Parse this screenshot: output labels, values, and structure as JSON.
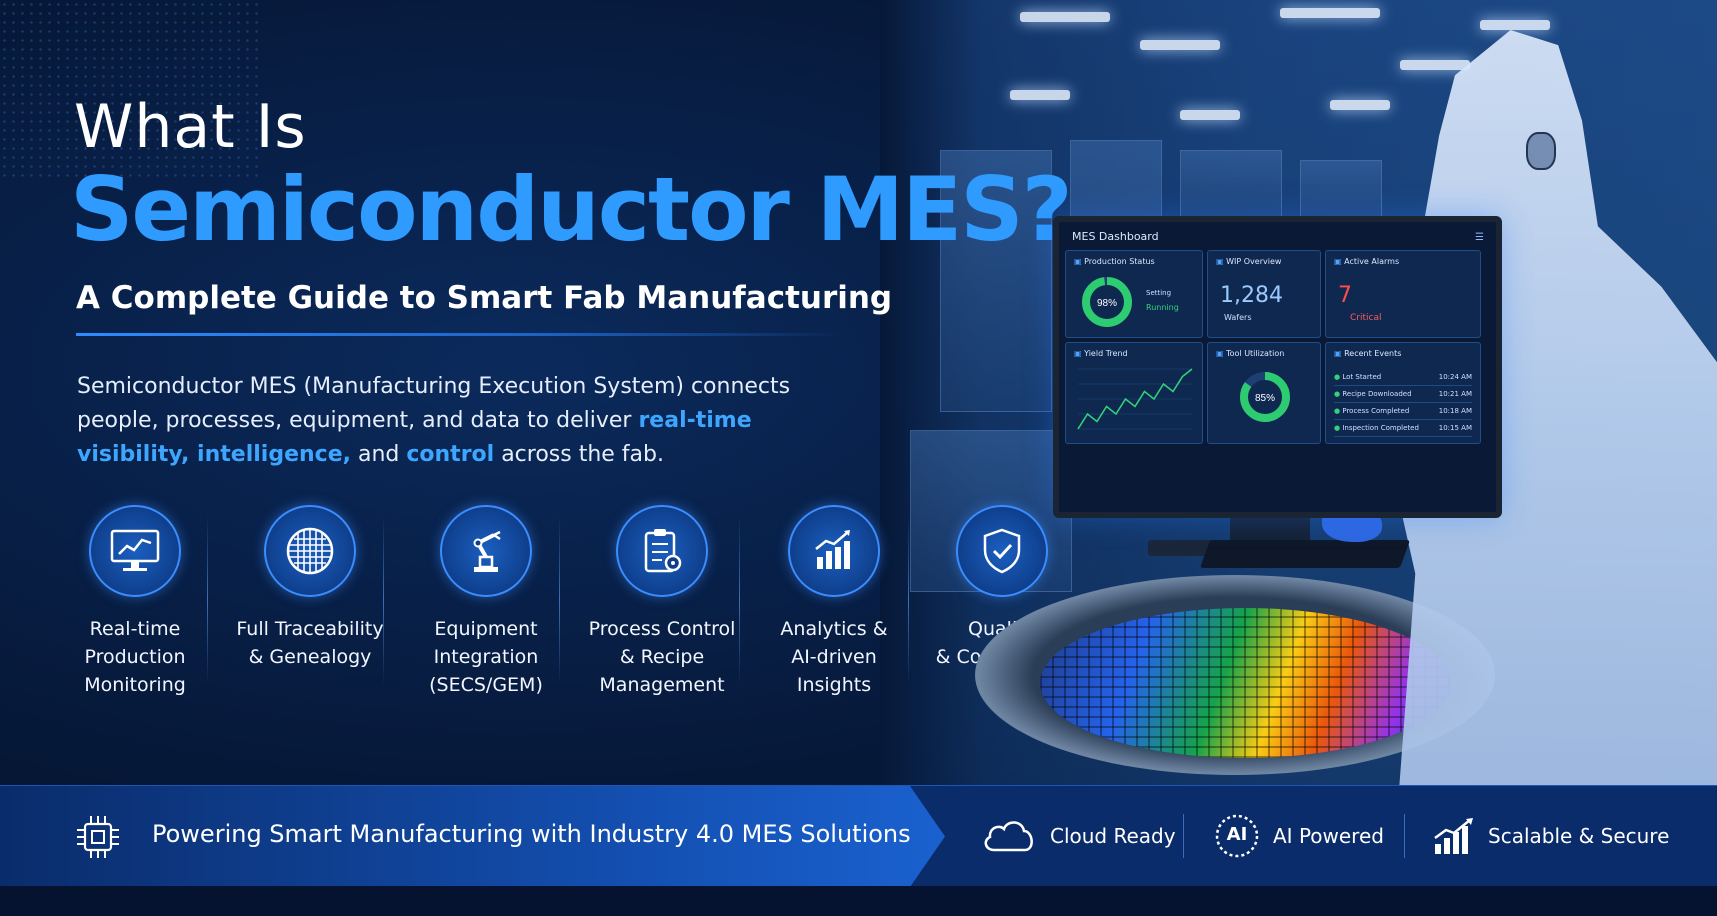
{
  "headline": {
    "line1": "What Is",
    "line2": "Semiconductor MES?",
    "subtitle": "A Complete Guide to Smart Fab Manufacturing"
  },
  "intro": {
    "part1": "Semiconductor MES (Manufacturing Execution System) connects people, processes, equipment, and data to deliver ",
    "highlight1": "real-time visibility, intelligence,",
    "part2": " and ",
    "highlight2": "control",
    "part3": " across the fab."
  },
  "features": [
    {
      "line1": "Real-time",
      "line2": "Production",
      "line3": "Monitoring",
      "icon": "monitor-chart-icon"
    },
    {
      "line1": "Full Traceability",
      "line2": "& Genealogy",
      "line3": "",
      "icon": "wafer-grid-icon"
    },
    {
      "line1": "Equipment",
      "line2": "Integration",
      "line3": "(SECS/GEM)",
      "icon": "robot-arm-icon"
    },
    {
      "line1": "Process Control",
      "line2": "& Recipe",
      "line3": "Management",
      "icon": "clipboard-gear-icon"
    },
    {
      "line1": "Analytics &",
      "line2": "AI-driven",
      "line3": "Insights",
      "icon": "bar-chart-up-icon"
    },
    {
      "line1": "Quality",
      "line2": "& Compliance",
      "line3": "",
      "icon": "shield-check-icon"
    }
  ],
  "dashboard": {
    "title": "MES Dashboard",
    "production_status": {
      "title": "Production Status",
      "percent": "98%",
      "legend1": "Setting",
      "legend2": "Running"
    },
    "wip": {
      "title": "WIP Overview",
      "value": "1,284",
      "unit": "Wafers"
    },
    "alarms": {
      "title": "Active Alarms",
      "value": "7",
      "label": "Critical"
    },
    "yield": {
      "title": "Yield Trend",
      "values": [
        3,
        5,
        4,
        6,
        5,
        7,
        6,
        8,
        7,
        9,
        8,
        10,
        11
      ]
    },
    "tool": {
      "title": "Tool Utilization",
      "percent": "85%",
      "fraction": 0.85
    },
    "events": {
      "title": "Recent Events",
      "items": [
        {
          "label": "Lot Started",
          "time": "10:24 AM"
        },
        {
          "label": "Recipe Downloaded",
          "time": "10:21 AM"
        },
        {
          "label": "Process Completed",
          "time": "10:18 AM"
        },
        {
          "label": "Inspection Completed",
          "time": "10:15 AM"
        }
      ]
    }
  },
  "bottom_bar": {
    "tagline": "Powering Smart Manufacturing with Industry 4.0 MES Solutions",
    "badges": [
      {
        "label": "Cloud Ready",
        "icon": "cloud-icon"
      },
      {
        "label": "AI Powered",
        "icon": "ai-chip-icon",
        "icon_text": "AI"
      },
      {
        "label": "Scalable & Secure",
        "icon": "growth-chart-icon"
      }
    ]
  },
  "colors": {
    "accent": "#2f9bff",
    "navy": "#061838",
    "bar": "#1451b4"
  }
}
